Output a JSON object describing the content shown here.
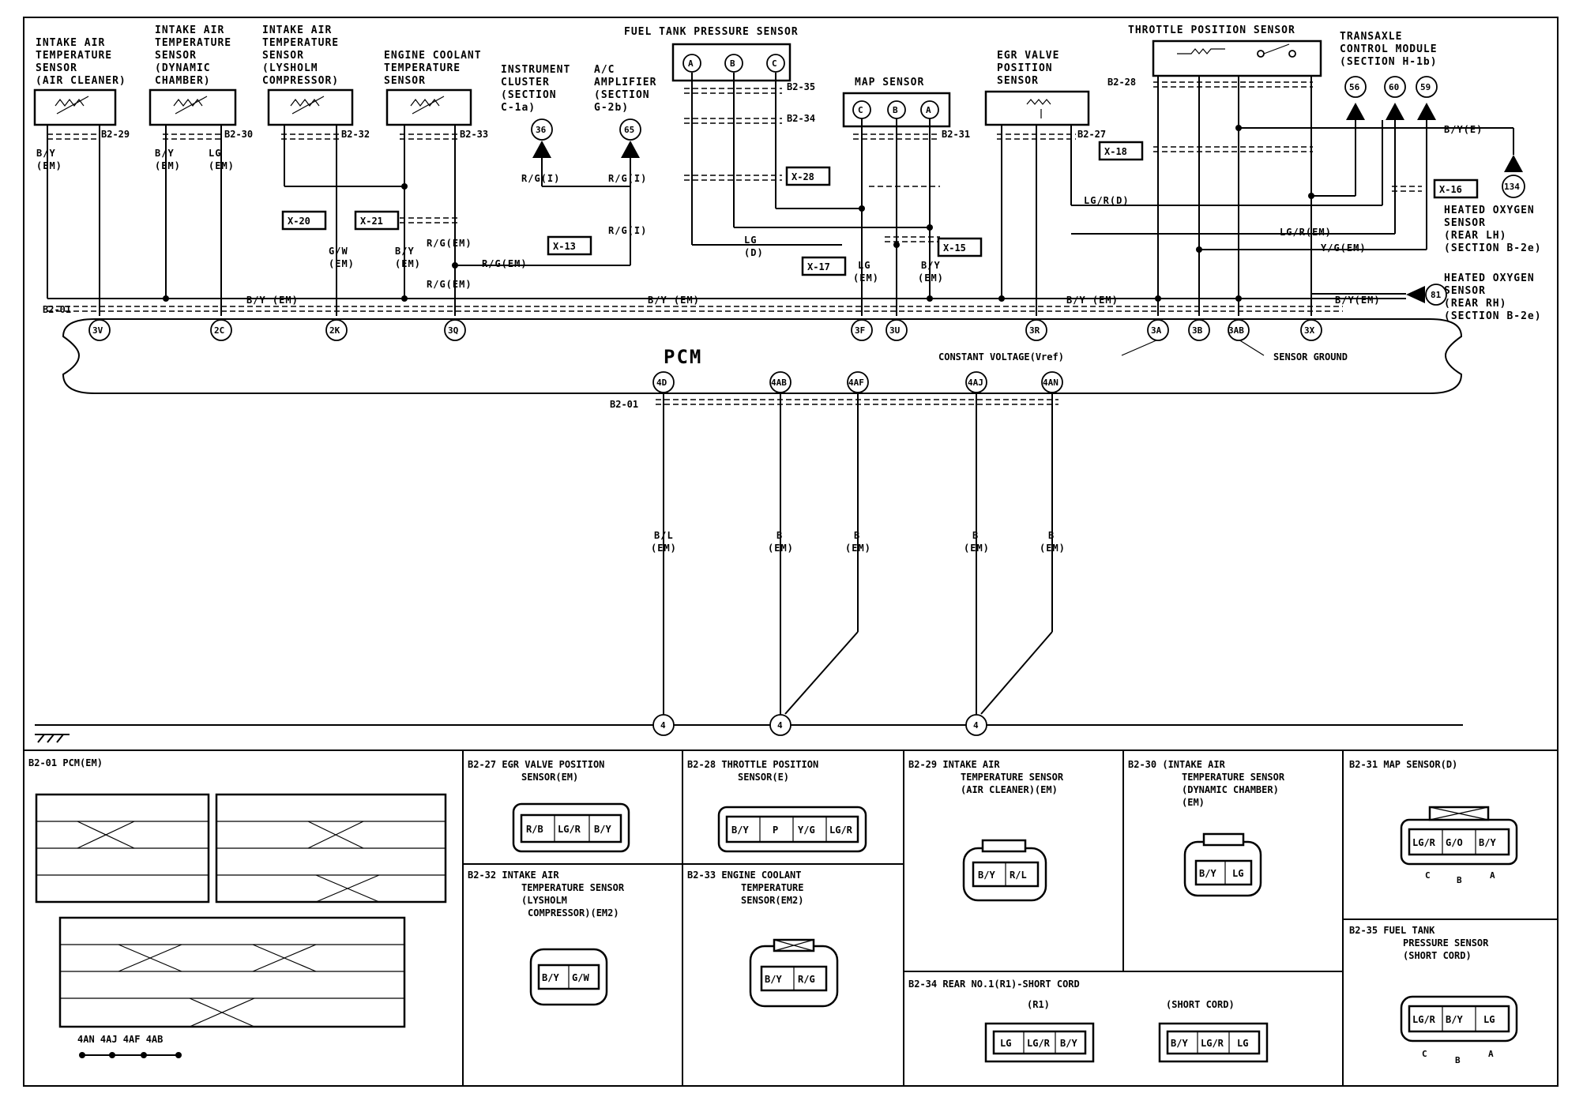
{
  "sensors": {
    "iat_air_cleaner": [
      "INTAKE AIR",
      "TEMPERATURE",
      "SENSOR",
      "(AIR CLEANER)"
    ],
    "iat_dynamic": [
      "INTAKE AIR",
      "TEMPERATURE",
      "SENSOR",
      "(DYNAMIC",
      "CHAMBER)"
    ],
    "iat_lysholm": [
      "INTAKE AIR",
      "TEMPERATURE",
      "SENSOR",
      "(LYSHOLM",
      "COMPRESSOR)"
    ],
    "ect": [
      "ENGINE COOLANT",
      "TEMPERATURE",
      "SENSOR"
    ],
    "instrument_cluster": [
      "INSTRUMENT",
      "CLUSTER",
      "(SECTION",
      "C-1a)"
    ],
    "ac_amplifier": [
      "A/C",
      "AMPLIFIER",
      "(SECTION",
      "G-2b)"
    ],
    "fuel_tank": "FUEL TANK PRESSURE SENSOR",
    "map": "MAP SENSOR",
    "egr": [
      "EGR VALVE",
      "POSITION",
      "SENSOR"
    ],
    "tps": "THROTTLE POSITION SENSOR",
    "tcm": [
      "TRANSAXLE",
      "CONTROL MODULE",
      "(SECTION H-1b)"
    ],
    "ho2s_lh": [
      "HEATED OXYGEN",
      "SENSOR",
      "(REAR LH)",
      "(SECTION B-2e)"
    ],
    "ho2s_rh": [
      "HEATED OXYGEN",
      "SENSOR",
      "(REAR RH)",
      "(SECTION B-2e)"
    ]
  },
  "pcm": {
    "label": "PCM",
    "vref": "CONSTANT VOLTAGE(Vref)",
    "ground": "SENSOR GROUND",
    "connector": "B2-01",
    "top_pins": [
      "3V",
      "2C",
      "2K",
      "3Q",
      "3F",
      "3U",
      "3R",
      "3A",
      "3B",
      "3AB",
      "3X"
    ],
    "bottom_pins": [
      "4D",
      "4AB",
      "4AF",
      "4AJ",
      "4AN"
    ]
  },
  "connectors": [
    "B2-29",
    "B2-30",
    "B2-32",
    "B2-33",
    "B2-35",
    "B2-34",
    "B2-31",
    "B2-27",
    "B2-28"
  ],
  "splices": [
    "X-20",
    "X-21",
    "X-13",
    "X-28",
    "X-17",
    "X-15",
    "X-18",
    "X-16"
  ],
  "refs": [
    "36",
    "65",
    "56",
    "60",
    "59",
    "134",
    "81",
    "4",
    "4",
    "4"
  ],
  "pins_letters": [
    "A",
    "B",
    "C",
    "C",
    "B",
    "A"
  ],
  "wires": {
    "by_em": "B/Y (EM)",
    "by_em_short": "B/Y(EM)",
    "rg_em": "R/G(EM)",
    "rg_i": "R/G(I)",
    "lgr_d": "LG/R(D)",
    "lgr_em": "LG/R(EM)",
    "yg_em": "Y/G(EM)",
    "by_e": "B/Y(E)",
    "gw": "G/W",
    "by": "B/Y",
    "em": "(EM)",
    "lg": "LG",
    "d": "(D)",
    "bl": "B/L",
    "b": "B"
  },
  "panels": {
    "b201": "B2-01 PCM(EM)",
    "b227": [
      "B2-27 EGR VALVE POSITION",
      "SENSOR(EM)"
    ],
    "b228": [
      "B2-28 THROTTLE POSITION",
      "SENSOR(E)"
    ],
    "b229": [
      "B2-29 INTAKE AIR",
      "TEMPERATURE SENSOR",
      "(AIR CLEANER)(EM)"
    ],
    "b230": [
      "B2-30 (INTAKE AIR",
      "TEMPERATURE SENSOR",
      "(DYNAMIC CHAMBER)",
      "(EM)"
    ],
    "b231": "B2-31 MAP SENSOR(D)",
    "b232": [
      "B2-32 INTAKE AIR",
      "TEMPERATURE SENSOR",
      "(LYSHOLM",
      "COMPRESSOR)(EM2)"
    ],
    "b233": [
      "B2-33 ENGINE COOLANT",
      "TEMPERATURE",
      "SENSOR(EM2)"
    ],
    "b234": "B2-34 REAR NO.1(R1)-SHORT CORD",
    "b234_r1": "(R1)",
    "b234_short": "(SHORT CORD)",
    "b235": [
      "B2-35 FUEL TANK",
      "PRESSURE SENSOR",
      "(SHORT CORD)"
    ],
    "b227_cells": [
      "R/B",
      "LG/R",
      "B/Y"
    ],
    "b228_cells": [
      "B/Y",
      "P",
      "Y/G",
      "LG/R"
    ],
    "b229_cells": [
      "B/Y",
      "R/L"
    ],
    "b230_cells": [
      "B/Y",
      "LG"
    ],
    "b231_cells": [
      "LG/R",
      "G/O",
      "B/Y"
    ],
    "b232_cells": [
      "B/Y",
      "G/W"
    ],
    "b233_cells": [
      "B/Y",
      "R/G"
    ],
    "b234_r1_cells": [
      "LG",
      "LG/R",
      "B/Y"
    ],
    "b234_short_cells": [
      "B/Y",
      "LG/R",
      "LG"
    ],
    "b235_cells": [
      "LG/R",
      "B/Y",
      "LG"
    ],
    "bridge": "4AN 4AJ 4AF 4AB"
  }
}
